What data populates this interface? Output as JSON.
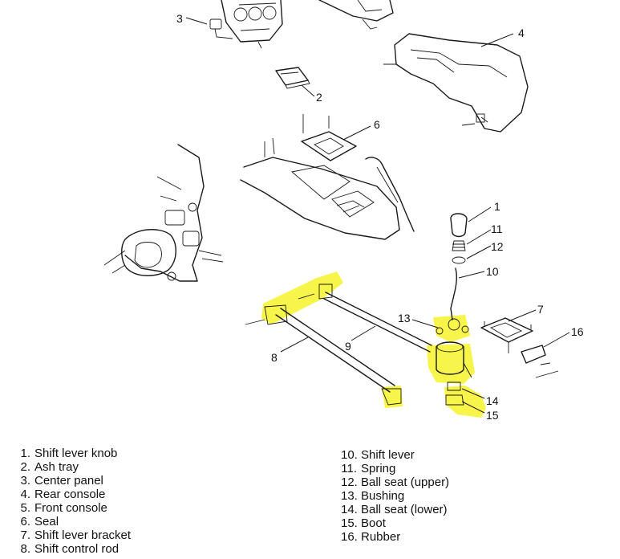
{
  "diagram": {
    "callouts": [
      "3",
      "4",
      "2",
      "6",
      "1",
      "11",
      "12",
      "10",
      "7",
      "13",
      "16",
      "8",
      "9",
      "14",
      "15"
    ],
    "highlight_color": "#f7f32a"
  },
  "legend": {
    "left": [
      {
        "num": "1.",
        "label": "Shift lever knob"
      },
      {
        "num": "2.",
        "label": "Ash tray"
      },
      {
        "num": "3.",
        "label": "Center panel"
      },
      {
        "num": "4.",
        "label": "Rear console"
      },
      {
        "num": "5.",
        "label": "Front console"
      },
      {
        "num": "6.",
        "label": "Seal"
      },
      {
        "num": "7.",
        "label": "Shift lever bracket"
      },
      {
        "num": "8.",
        "label": "Shift control rod"
      }
    ],
    "right": [
      {
        "num": "10.",
        "label": "Shift lever"
      },
      {
        "num": "11.",
        "label": "Spring"
      },
      {
        "num": "12.",
        "label": "Ball seat (upper)"
      },
      {
        "num": "13.",
        "label": "Bushing"
      },
      {
        "num": "14.",
        "label": "Ball seat (lower)"
      },
      {
        "num": "15.",
        "label": "Boot"
      },
      {
        "num": "16.",
        "label": "Rubber"
      }
    ]
  }
}
